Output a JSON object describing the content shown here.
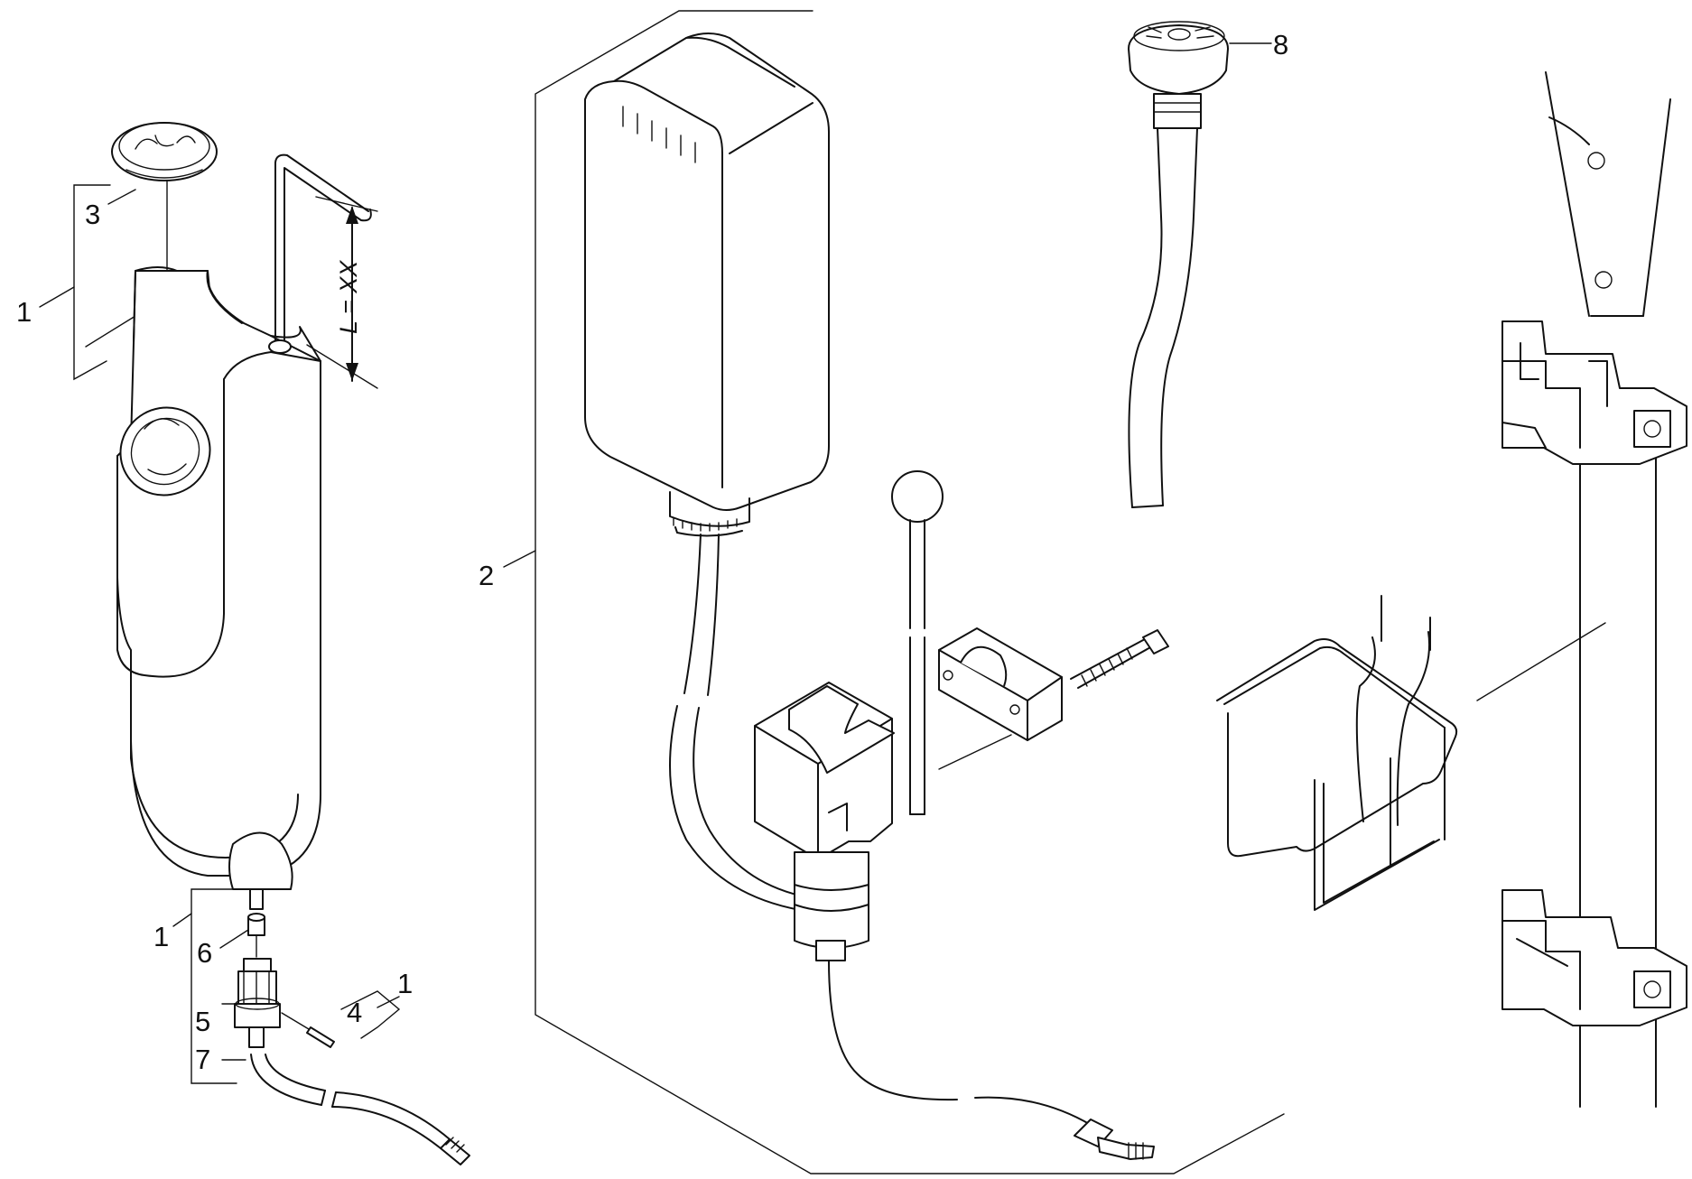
{
  "callouts": {
    "c1_top": "1",
    "c3": "3",
    "c2": "2",
    "c8": "8",
    "c1_lower": "1",
    "c6": "6",
    "c5": "5",
    "c7": "7",
    "c4": "4",
    "c1_right": "1"
  },
  "dimension_label": "L = XX"
}
